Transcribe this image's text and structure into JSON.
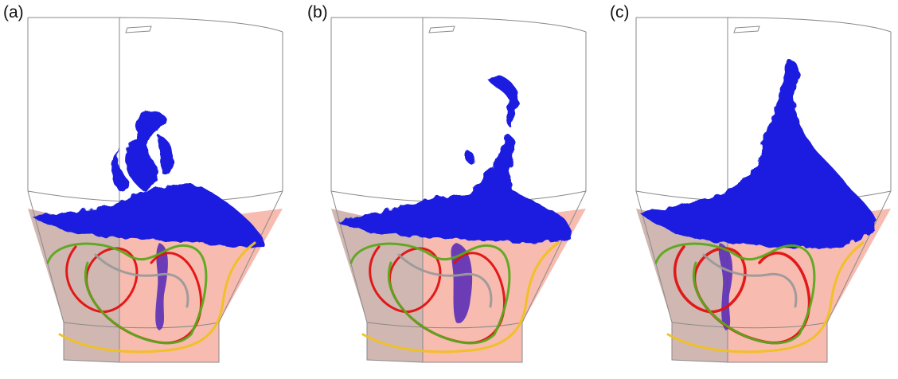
{
  "panels": [
    {
      "label": "(a)"
    },
    {
      "label": "(b)"
    },
    {
      "label": "(c)"
    }
  ],
  "colors": {
    "fluid_blue": "#1a1ee0",
    "fluid_purple": "#5b2fb6",
    "wall_left": "#c9aaa4",
    "wall_right": "#f6b4a6",
    "streamline_red": "#e01010",
    "streamline_green": "#5aa81c",
    "streamline_yellow": "#f0c020",
    "streamline_gray": "#9a9a9a",
    "outline": "#8a8a8a"
  }
}
